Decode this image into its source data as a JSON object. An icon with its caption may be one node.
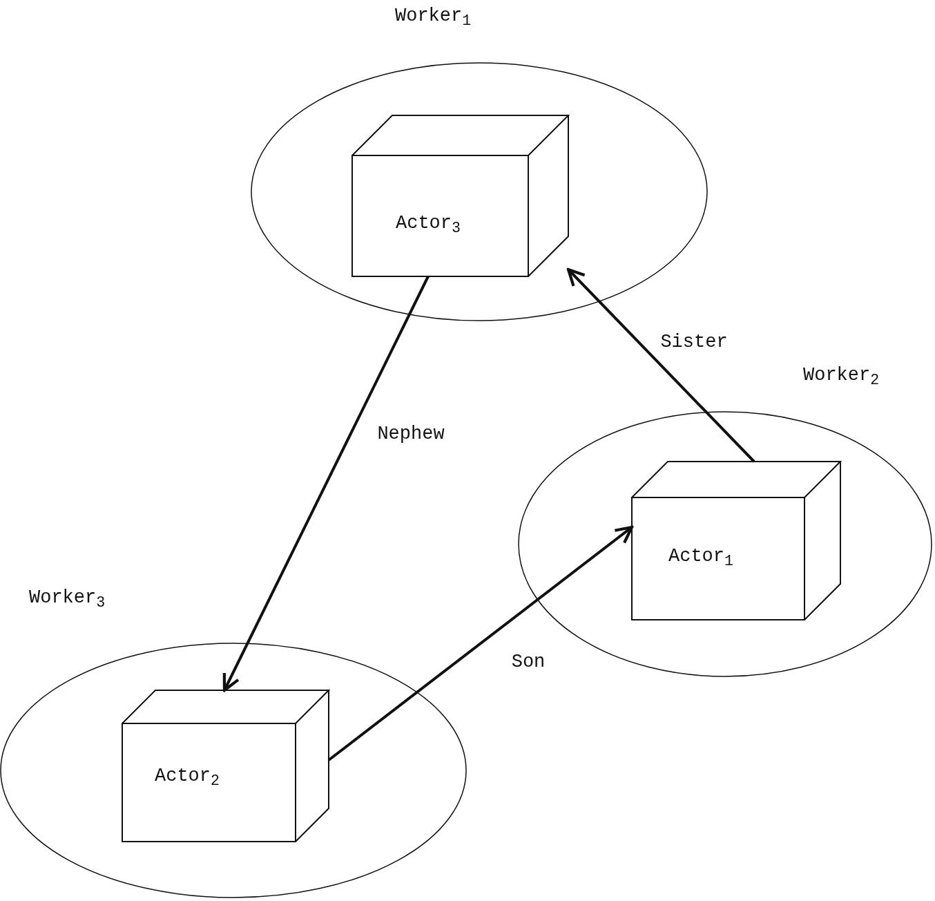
{
  "diagram": {
    "nodes": [
      {
        "text": [
          "Worker$_{1}$"
        ]
      },
      {
        "text": [
          "Actor$_{3}$"
        ],
        "in": 0
      },
      {
        "text": [
          "Worker$_{2}$"
        ]
      },
      {
        "text": [
          "Actor$_{1}$"
        ],
        "in": 2
      },
      {
        "text": [
          "Worker$_{3}$"
        ]
      },
      {
        "text": [
          "Actor$_{2}$"
        ],
        "in": 4
      }
    ],
    "edges": [
      {
        "from": 1,
        "to": 5,
        "arrow": "to",
        "label": "Nephew"
      },
      {
        "from": 3,
        "to": 1,
        "arrow": "to",
        "label": "Sister"
      },
      {
        "from": 5,
        "to": 3,
        "arrow": "to",
        "label": "Son"
      }
    ]
  }
}
